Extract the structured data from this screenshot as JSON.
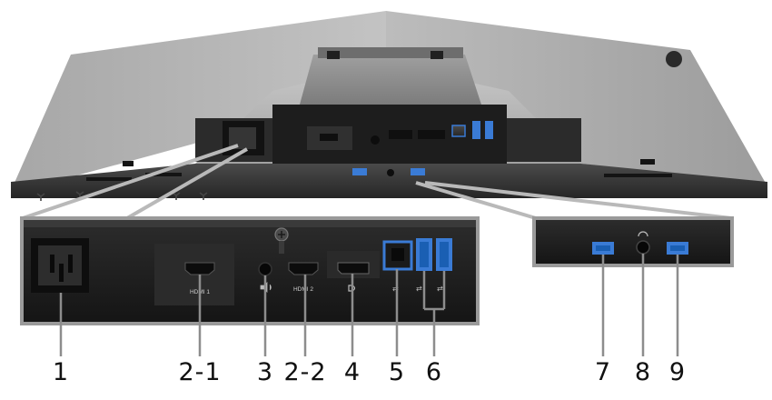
{
  "figure": {
    "port_labels": {
      "hdmi1": "HDMI 1",
      "hdmi2": "HDMI 2"
    },
    "callouts": [
      {
        "id": "c1",
        "label": "1"
      },
      {
        "id": "c2-1",
        "label": "2-1"
      },
      {
        "id": "c3",
        "label": "3"
      },
      {
        "id": "c2-2",
        "label": "2-2"
      },
      {
        "id": "c4",
        "label": "4"
      },
      {
        "id": "c5",
        "label": "5"
      },
      {
        "id": "c6",
        "label": "6"
      },
      {
        "id": "c7",
        "label": "7"
      },
      {
        "id": "c8",
        "label": "8"
      },
      {
        "id": "c9",
        "label": "9"
      }
    ],
    "colors": {
      "chassis_light": "#c9c9c9",
      "chassis_mid": "#a8a8a8",
      "chassis_dark": "#8a8a8a",
      "panel_black": "#1c1c1c",
      "panel_frame": "#9a9a9a",
      "port_blue": "#3a7bd5",
      "connector_line": "#b9b9b9"
    }
  }
}
